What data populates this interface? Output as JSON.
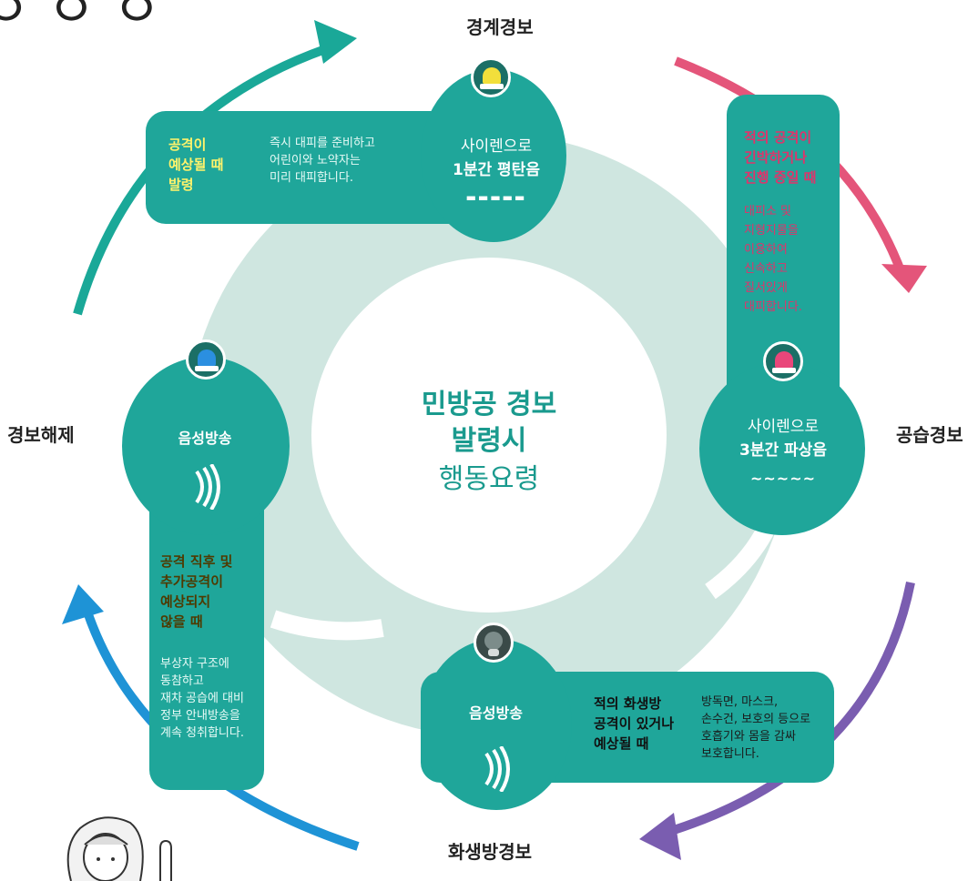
{
  "center": {
    "line1": "민방공 경보",
    "line2": "발령시",
    "line3": "행동요령"
  },
  "top_partial_text": "경 방 요 령",
  "labels": {
    "top": "경계경보",
    "right": "공습경보",
    "bottom": "화생방경보",
    "left": "경보해제"
  },
  "alert": {
    "circle_line1": "사이렌으로",
    "circle_line2": "1분간 평탄음",
    "wave": "▬▬▬▬▬",
    "heading": [
      "공격이",
      "예상될 때",
      "발령"
    ],
    "desc": [
      "즉시 대피를 준비하고",
      "어린이와 노약자는",
      "미리 대피합니다."
    ]
  },
  "airraid": {
    "heading": [
      "적의 공격이",
      "긴박하거나",
      "진행 중일 때"
    ],
    "desc": [
      "대피소 및",
      "지형지물을",
      "이용하여",
      "신속하고",
      "질서있게",
      "대피합니다."
    ],
    "circle_line1": "사이렌으로",
    "circle_line2": "3분간 파상음",
    "wave": "~~~~~"
  },
  "cbr": {
    "circle": "음성방송",
    "heading": [
      "적의 화생방",
      "공격이 있거나",
      "예상될 때"
    ],
    "desc": [
      "방독면, 마스크,",
      "손수건, 보호의 등으로",
      "호흡기와 몸을 감싸",
      "보호합니다."
    ]
  },
  "clear": {
    "circle": "음성방송",
    "heading": [
      "공격 직후 및",
      "추가공격이",
      "예상되지",
      "않을 때"
    ],
    "desc": [
      "부상자 구조에",
      "동참하고",
      "재차 공습에 대비",
      "정부 안내방송을",
      "계속 청취합니다."
    ]
  },
  "colors": {
    "teal": "#1fa69a",
    "light_ring": "#cfe6e0",
    "green_arrow": "#1aa898",
    "pink_arrow": "#e4557a",
    "purple_arrow": "#7a5db0",
    "blue_arrow": "#1e93d6"
  },
  "icons": {
    "siren_yellow": "siren-icon",
    "siren_pink": "siren-icon",
    "siren_blue": "siren-icon",
    "gas_mask": "gas-mask-icon",
    "sound": "sound-waves-icon",
    "person": "person-illustration"
  }
}
